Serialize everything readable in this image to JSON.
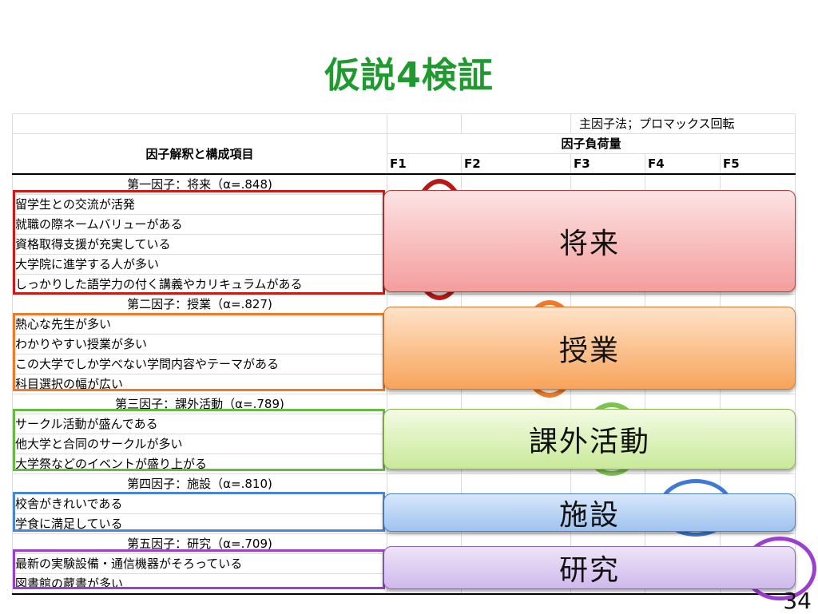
{
  "title": "仮説4検証",
  "method": "主因子法；プロマックス回転",
  "header": {
    "items_label": "因子解釈と構成項目",
    "loadings_label": "因子負荷量",
    "columns": [
      "F1",
      "F2",
      "F3",
      "F4",
      "F5"
    ]
  },
  "factors": [
    {
      "header": "第一因子：将来（α=.848)",
      "items": [
        "留学生との交流が活発",
        "就職の際ネームバリューがある",
        "資格取得支援が充実している",
        "大学院に進学する人が多い",
        "しっかりした語学力の付く講義やカリキュラムがある"
      ],
      "label": "将来",
      "color": "#cc1a1a"
    },
    {
      "header": "第二因子：授業（α=.827)",
      "items": [
        "熱心な先生が多い",
        "わかりやすい授業が多い",
        "この大学でしか学べない学問内容やテーマがある",
        "科目選択の幅が広い"
      ],
      "label": "授業",
      "color": "#f07a28"
    },
    {
      "header": "第三因子：課外活動（α=.789)",
      "items": [
        "サークル活動が盛んである",
        "他大学と合同のサークルが多い",
        "大学祭などのイベントが盛り上がる"
      ],
      "label": "課外活動",
      "color": "#66bb44"
    },
    {
      "header": "第四因子：施設（α=.810)",
      "items": [
        "校舎がきれいである",
        "学食に満足している"
      ],
      "label": "施設",
      "color": "#4a86d8"
    },
    {
      "header": "第五因子：研究（α=.709)",
      "items": [
        "最新の実験設備・通信機器がそろっている",
        "図書館の蔵書が多い"
      ],
      "label": "研究",
      "color": "#9c3fd0"
    }
  ],
  "page_number": "34"
}
